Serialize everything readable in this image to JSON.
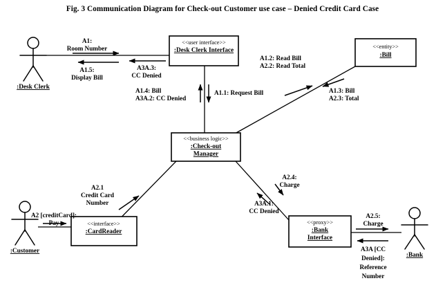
{
  "figure": {
    "title": "Fig. 3 Communication Diagram for Check-out Customer use case – Denied Credit Card Case"
  },
  "diagram": {
    "type": "uml-communication-diagram",
    "actors": [
      {
        "id": "desk-clerk",
        "label": ":Desk Clerk"
      },
      {
        "id": "customer",
        "label": ":Customer"
      },
      {
        "id": "bank",
        "label": ":Bank"
      }
    ],
    "objects": [
      {
        "id": "desk-clerk-interface",
        "stereotype": "<<user interface>>",
        "name": ":Desk Clerk Interface",
        "name_lines": [
          ":Desk Clerk Interface"
        ]
      },
      {
        "id": "bill",
        "stereotype": "<<entity>>",
        "name": ":Bill",
        "name_lines": [
          ":Bill"
        ]
      },
      {
        "id": "check-out-manager",
        "stereotype": "<<business logic>>",
        "name": ":Check-out Manager",
        "name_lines": [
          ":Check-out",
          "Manager"
        ]
      },
      {
        "id": "card-reader",
        "stereotype": "<<interface>>",
        "name": ":CardReader",
        "name_lines": [
          ":CardReader"
        ]
      },
      {
        "id": "bank-interface",
        "stereotype": "<<proxy>>",
        "name": ":Bank Interface",
        "name_lines": [
          ":Bank",
          "Interface"
        ]
      }
    ],
    "messages": [
      {
        "id": "m-a1",
        "lines": [
          "A1:",
          "Room Number"
        ],
        "from": "desk-clerk",
        "to": "desk-clerk-interface"
      },
      {
        "id": "m-a15",
        "lines": [
          "A1.5:",
          "Display Bill"
        ],
        "from": "desk-clerk-interface",
        "to": "desk-clerk"
      },
      {
        "id": "m-a3a3",
        "lines": [
          "A3A.3:",
          "CC Denied"
        ],
        "from": "desk-clerk-interface",
        "to": "desk-clerk"
      },
      {
        "id": "m-a11",
        "lines": [
          "A1.1: Request Bill"
        ],
        "from": "desk-clerk-interface",
        "to": "check-out-manager"
      },
      {
        "id": "m-a14",
        "lines": [
          "A1.4: Bill",
          "A3A.2: CC Denied"
        ],
        "from": "check-out-manager",
        "to": "desk-clerk-interface"
      },
      {
        "id": "m-a12",
        "lines": [
          "A1.2: Read Bill",
          "A2.2: Read Total"
        ],
        "from": "check-out-manager",
        "to": "bill"
      },
      {
        "id": "m-a13",
        "lines": [
          "A1.3: Bill",
          "A2.3: Total"
        ],
        "from": "bill",
        "to": "check-out-manager"
      },
      {
        "id": "m-a2",
        "lines": [
          "A2 [creditCard]:",
          "Pay"
        ],
        "from": "customer",
        "to": "card-reader"
      },
      {
        "id": "m-a21",
        "lines": [
          "A2.1",
          "Credit Card",
          "Number"
        ],
        "from": "card-reader",
        "to": "check-out-manager"
      },
      {
        "id": "m-a24",
        "lines": [
          "A2.4:",
          "Charge"
        ],
        "from": "check-out-manager",
        "to": "bank-interface"
      },
      {
        "id": "m-a3a1",
        "lines": [
          "A3A.1:",
          "CC Denied"
        ],
        "from": "bank-interface",
        "to": "check-out-manager"
      },
      {
        "id": "m-a25",
        "lines": [
          "A2.5:",
          "Charge"
        ],
        "from": "bank-interface",
        "to": "bank"
      },
      {
        "id": "m-a3a",
        "lines": [
          "A3A [CC",
          "Denied]:",
          "Reference",
          "Number"
        ],
        "from": "bank",
        "to": "bank-interface"
      }
    ],
    "colors": {
      "stroke": "#000000",
      "background": "#ffffff",
      "text": "#000000"
    }
  }
}
